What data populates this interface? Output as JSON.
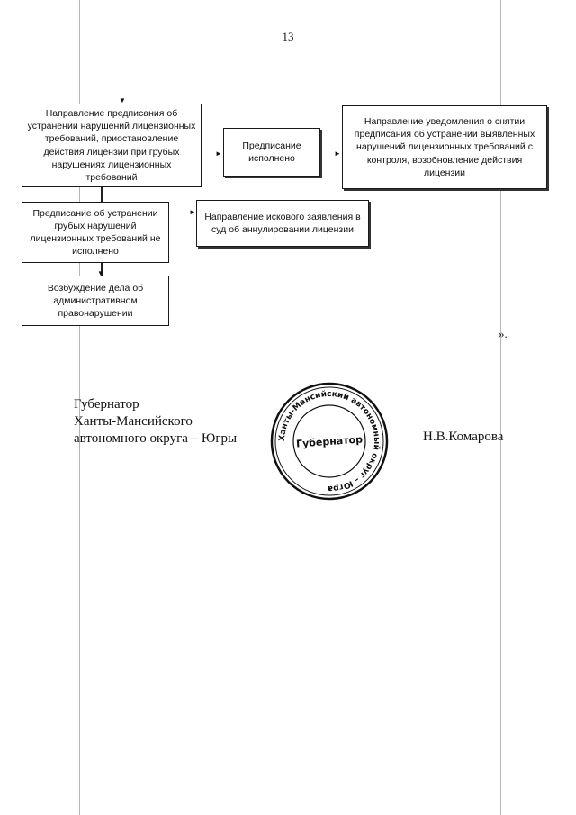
{
  "page_number": "13",
  "flowchart": {
    "box_prescription": "Направление предписания об устранении нарушений лицензионных требований, приостановление действия лицензии при грубых нарушениях лицензионных требований",
    "box_fulfilled": "Предписание исполнено",
    "box_notification": "Направление уведомления о снятии предписания об устранении выявленных нарушений лицензионных требований с контроля, возобновление действия лицензии",
    "box_not_fulfilled": "Предписание об устранении грубых нарушений лицензионных требований не исполнено",
    "box_lawsuit": "Направление искового заявления в суд об аннулировании лицензии",
    "box_admin_case": "Возбуждение дела об административном правонарушении"
  },
  "closing_mark": "».",
  "signature": {
    "title_line1": "Губернатор",
    "title_line2": "Ханты-Мансийского",
    "title_line3": "автономного округа – Югры",
    "name": "Н.В.Комарова"
  },
  "stamp": {
    "ring_text": "Ханты-Мансийский автономный округ – Югра",
    "center_text": "Губернатор"
  }
}
